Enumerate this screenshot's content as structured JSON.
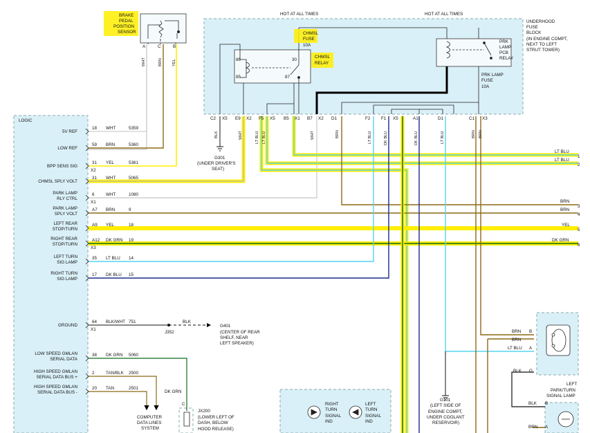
{
  "hot_labels": [
    "HOT AT ALL TIMES",
    "HOT AT ALL TIMES"
  ],
  "fuse_block": {
    "title": [
      "UNDERHOOD",
      "FUSE",
      "BLOCK",
      "(IN ENGINE COMPT,",
      "NEXT TO LEFT",
      "STRUT TOWER)"
    ]
  },
  "chmsl_fuse": [
    "CHMSL",
    "FUSE",
    "10A"
  ],
  "chmsl_relay": [
    "CHMSL",
    "RELAY"
  ],
  "relay_pins": [
    "86",
    "85",
    "30",
    "87"
  ],
  "prk_relay": [
    "PRK",
    "LAMP",
    "PCB",
    "RELAY"
  ],
  "prk_fuse": [
    "PRK LAMP",
    "FUSE",
    "10A"
  ],
  "brake_sensor": {
    "label": [
      "BRAKE",
      "PEDAL",
      "POSITION",
      "SENSOR"
    ],
    "pins": [
      "A",
      "C",
      "B"
    ],
    "wires": [
      "WHT",
      "BRN",
      "YEL"
    ]
  },
  "logic": {
    "title": "LOGIC",
    "rows": [
      {
        "label": [
          "5V REF"
        ],
        "pin": "18",
        "color": "WHT",
        "circuit": "5359",
        "conn": ""
      },
      {
        "label": [
          "LOW REF"
        ],
        "pin": "59",
        "color": "BRN",
        "circuit": "5360",
        "conn": ""
      },
      {
        "label": [
          "BPP SENS SIG"
        ],
        "pin": "31",
        "color": "YEL",
        "circuit": "5361",
        "conn": "X2"
      },
      {
        "label": [
          "CHMSL SPLY VOLT"
        ],
        "pin": "31",
        "color": "WHT",
        "circuit": "5065",
        "conn": ""
      },
      {
        "label": [
          "PARK LAMP",
          "RLY CTRL"
        ],
        "pin": "6",
        "color": "WHT",
        "circuit": "1080",
        "conn": "X1"
      },
      {
        "label": [
          "PARK LAMP",
          "SPLY VOLT"
        ],
        "pin": "A7",
        "color": "BRN",
        "circuit": "9",
        "conn": ""
      },
      {
        "label": [
          "LEFT REAR",
          "STOP/TURN"
        ],
        "pin": "A9",
        "color": "YEL",
        "circuit": "18",
        "conn": ""
      },
      {
        "label": [
          "RIGHT REAR",
          "STOP/TURN"
        ],
        "pin": "A12",
        "color": "DK GRN",
        "circuit": "19",
        "conn": "X3"
      },
      {
        "label": [
          "LEFT TURN",
          "SIG LAMP"
        ],
        "pin": "35",
        "color": "LT BLU",
        "circuit": "14",
        "conn": ""
      },
      {
        "label": [
          "RIGHT TURN",
          "SIG LAMP"
        ],
        "pin": "17",
        "color": "DK BLU",
        "circuit": "15",
        "conn": ""
      },
      {
        "label": [
          "GROUND"
        ],
        "pin": "64",
        "color": "BLK/WHT",
        "circuit": "751",
        "conn": "X1"
      },
      {
        "label": [
          "LOW SPEED GMLAN",
          "SERIAL DATA"
        ],
        "pin": "38",
        "color": "DK GRN",
        "circuit": "5060",
        "conn": ""
      },
      {
        "label": [
          "HIGH SPEED GMLAN",
          "SERIAL DATA BUS +"
        ],
        "pin": "2",
        "color": "TAN/BLK",
        "circuit": "2500",
        "conn": ""
      },
      {
        "label": [
          "HIGH SPEED GMLAN",
          "SERIAL DATA BUS -"
        ],
        "pin": "20",
        "color": "TAN",
        "circuit": "2501",
        "conn": ""
      }
    ]
  },
  "fuse_pins": [
    {
      "pin": "C2",
      "conn": "X5"
    },
    {
      "pin": "E9",
      "conn": "X2"
    },
    {
      "pin": "F5",
      "conn": "X5"
    },
    {
      "pin": "B5",
      "conn": "X1"
    },
    {
      "pin": "B7",
      "conn": "X2"
    },
    {
      "pin": "D1",
      "conn": ""
    },
    {
      "pin": "F2",
      "conn": ""
    },
    {
      "pin": "F1",
      "conn": "X5"
    },
    {
      "pin": "A1",
      "conn": ""
    },
    {
      "pin": "D1",
      "conn": ""
    },
    {
      "pin": "C1",
      "conn": "X3"
    }
  ],
  "vert_colors": [
    "BLK",
    "WHT",
    "LT BLU",
    "LT BLU",
    "WHT",
    "BRN",
    "LT BLU",
    "DK BLU",
    "DK BLU",
    "LT BLU",
    "BRN",
    "BRN"
  ],
  "g301": [
    "G301",
    "(UNDER DRIVER'S",
    "SEAT)"
  ],
  "out_rows": [
    {
      "color": "LT BLU",
      "num": "1"
    },
    {
      "color": "LT BLU",
      "num": "2"
    },
    {
      "color": "BRN",
      "num": "3"
    },
    {
      "color": "BRN",
      "num": "4"
    },
    {
      "color": "YEL",
      "num": "5"
    },
    {
      "color": "DK GRN",
      "num": "6"
    }
  ],
  "ground": {
    "j352": "J352",
    "blk": "BLK",
    "g401": [
      "G401",
      "(CENTER OF REAR",
      "SHELF, NEAR",
      "LEFT SPEAKER)"
    ]
  },
  "data_lines": {
    "dkgrn": "DK GRN",
    "label": [
      "COMPUTER",
      "DATA LINES",
      "SYSTEM"
    ]
  },
  "jx200": {
    "pin": "C",
    "label": [
      "JX200",
      "(LOWER LEFT OF",
      "DASH, BELOW",
      "HOOD RELEASE)"
    ]
  },
  "turn_ind": {
    "right": [
      "RIGHT",
      "TURN",
      "SIGNAL",
      "IND"
    ],
    "left": [
      "LEFT",
      "TURN",
      "SIGNAL",
      "IND"
    ]
  },
  "g101": [
    "G101",
    "(LEFT SIDE OF",
    "ENGINE COMPT,",
    "UNDER COOLANT",
    "RESERVOIR)"
  ],
  "lamp_wires": [
    {
      "color": "BRN",
      "pin": "B"
    },
    {
      "color": "BRN",
      "pin": ""
    },
    {
      "color": "LT BLU",
      "pin": "A"
    },
    {
      "color": "BLK",
      "pin": "G"
    },
    {
      "color": "BLK",
      "pin": "B"
    },
    {
      "color": "BRN",
      "pin": "A"
    }
  ],
  "lamp_label": [
    "LEFT",
    "PARK/TURN",
    "SIGNAL LAMP"
  ]
}
